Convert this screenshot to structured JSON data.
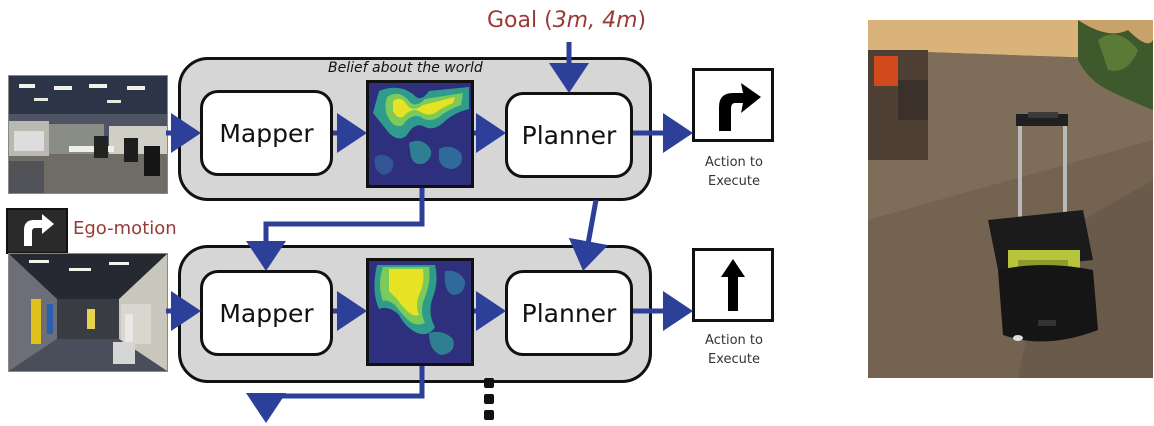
{
  "goal": {
    "prefix": "Goal (",
    "coords": "3m, 4m",
    "suffix": ")"
  },
  "belief_caption": "Belief about the world",
  "ego_motion_label": "Ego-motion",
  "rows": [
    {
      "mapper_label": "Mapper",
      "planner_label": "Planner",
      "action_label_line1": "Action to",
      "action_label_line2": "Execute",
      "action_icon": "turn-right-arrow-icon"
    },
    {
      "mapper_label": "Mapper",
      "planner_label": "Planner",
      "action_label_line1": "Action to",
      "action_label_line2": "Execute",
      "action_icon": "forward-arrow-icon"
    }
  ],
  "colors": {
    "arrow": "#2c3f99",
    "goal_text": "#9a3a36",
    "panel_fill": "#d6d6d6",
    "map_low": "#2e2f7d",
    "map_mid": "#2e9b8c",
    "map_high": "#e6e324"
  },
  "ellipsis": "⋮"
}
